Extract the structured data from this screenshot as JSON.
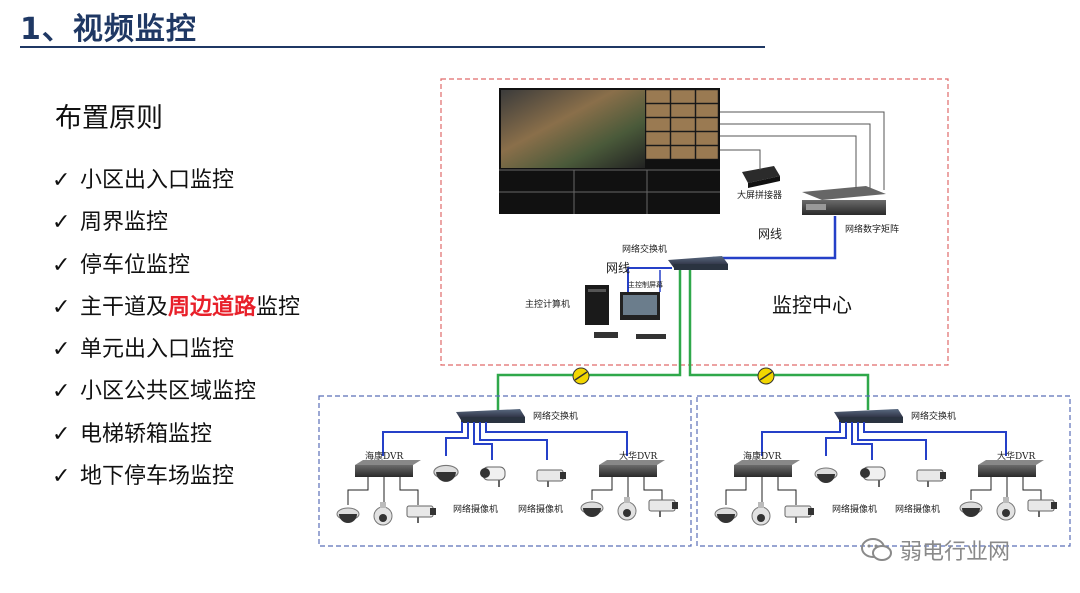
{
  "title": "1、视频监控",
  "subtitle": "布置原则",
  "principles": [
    {
      "text": "小区出入口监控"
    },
    {
      "text": "周界监控"
    },
    {
      "text": "停车位监控"
    },
    {
      "pre": "主干道及",
      "highlight": "周边道路",
      "post": "监控"
    },
    {
      "text": "单元出入口监控"
    },
    {
      "text": "小区公共区域监控"
    },
    {
      "text": "电梯轿箱监控"
    },
    {
      "text": "地下停车场监控"
    }
  ],
  "check_mark": "✓",
  "diagram": {
    "center_label": "监控中心",
    "splicer_label": "大屏拼接器",
    "matrix_label": "网络数字矩阵",
    "switch_label": "网络交换机",
    "cable_label": "网线",
    "host_label": "主控计算机",
    "monitor_label": "主控制屏幕",
    "left_dvr": "海康DVR",
    "right_dvr": "大华DVR",
    "camera_label": "网络摄像机"
  },
  "watermark": "弱电行业网",
  "colors": {
    "title": "#1f3864",
    "highlight": "#e8202a",
    "center_border": "#e06a6a",
    "site_border": "#5a6fb8",
    "network_line": "#2540c8",
    "fiber_line": "#2fa84a"
  }
}
